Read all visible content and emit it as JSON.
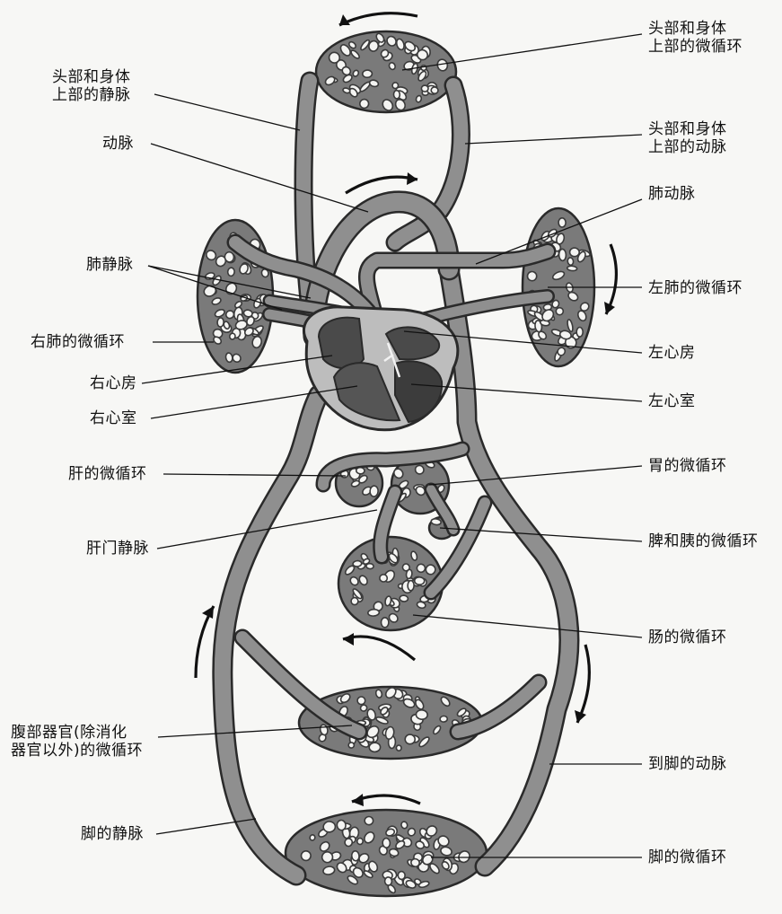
{
  "diagram": {
    "labels": {
      "head_micro": "头部和身体\n上部的微循环",
      "head_vein": "头部和身体\n上部的静脉",
      "head_artery": "头部和身体\n上部的动脉",
      "artery": "动脉",
      "pulmonary_artery": "肺动脉",
      "pulmonary_vein": "肺静脉",
      "left_lung_micro": "左肺的微循环",
      "right_lung_micro": "右肺的微循环",
      "left_atrium": "左心房",
      "right_atrium": "右心房",
      "left_ventricle": "左心室",
      "right_ventricle": "右心室",
      "liver_micro": "肝的微循环",
      "stomach_micro": "胃的微循环",
      "portal_vein": "肝门静脉",
      "spleen_pancreas_micro": "脾和胰的微循环",
      "intestine_micro": "肠的微循环",
      "abdominal_micro": "腹部器官(除消化\n器官以外)的微循环",
      "leg_artery": "到脚的动脉",
      "leg_vein": "脚的静脉",
      "leg_micro": "脚的微循环"
    },
    "colors": {
      "vessel_outline": "#2a2a2a",
      "vessel_fill": "#8f8f8f",
      "heart_dark": "#4a4a4a",
      "heart_light": "#c8c8c8",
      "background": "#f7f7f5"
    }
  }
}
